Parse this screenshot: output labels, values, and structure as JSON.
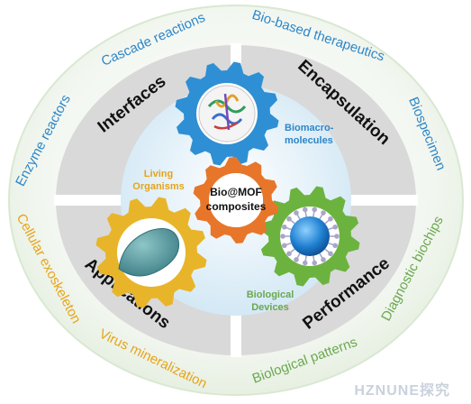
{
  "quadrants": {
    "interfaces": "Interfaces",
    "encapsulation": "Encapsulation",
    "applications": "Applications",
    "performance": "Performance"
  },
  "ring": {
    "cascade_reactions": "Cascade reactions",
    "bio_based_therapeutics": "Bio-based therapeutics",
    "enzyme_reactors": "Enzyme reactors",
    "biospecimen": "Biospecimen",
    "cellular_exoskeleton": "Cellular exoskeleton",
    "virus_mineralization": "Virus mineralization",
    "biological_patterns": "Biological patterns",
    "diagnostic_biochips": "Diagnostic biochips"
  },
  "gears": {
    "biomacromolecules_line1": "Biomacro-",
    "biomacromolecules_line2": "molecules",
    "living_line1": "Living",
    "living_line2": "Organisms",
    "center_line1": "Bio@MOF",
    "center_line2": "composites",
    "biological_line1": "Biological",
    "biological_line2": "Devices"
  },
  "watermark": "HZNUNE探究",
  "colors": {
    "blue_text": "#2e86c8",
    "orange_text": "#e8a317",
    "green_text": "#6aa84f",
    "blue_gear": "#2e8fd4",
    "orange_gear": "#e8762a",
    "yellow_gear": "#e8b52a",
    "green_gear": "#6bb33e",
    "quadrant_fill": "#d8d8d8",
    "outer_ring": "#e9f2e3"
  }
}
